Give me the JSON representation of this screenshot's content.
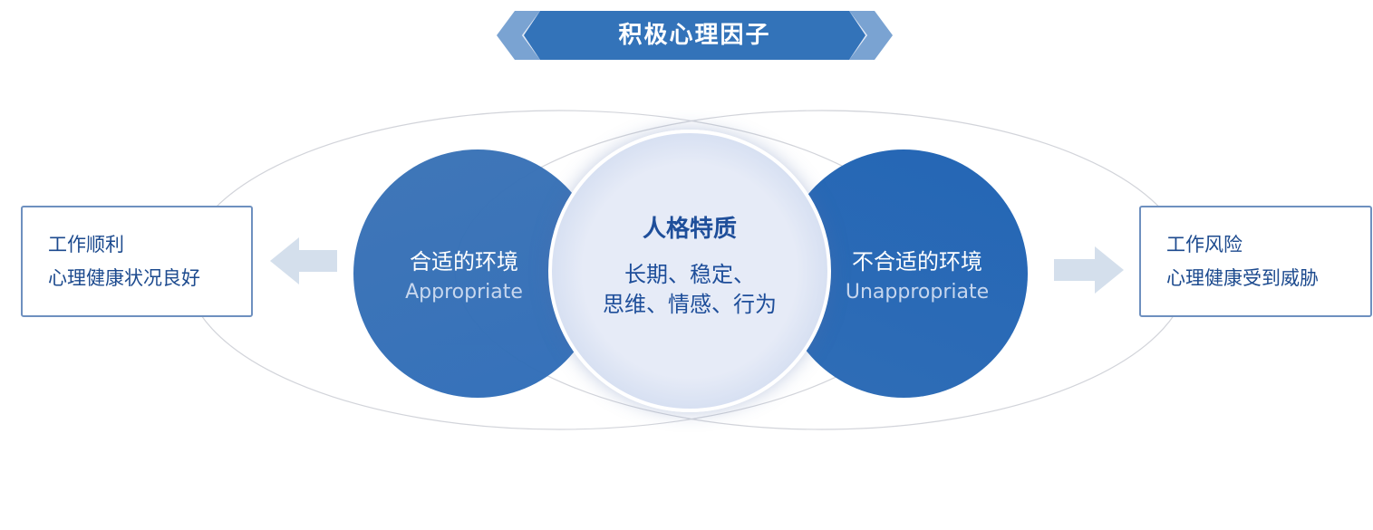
{
  "title": "积极心理因子",
  "center": {
    "title": "人格特质",
    "line1": "长期、稳定、",
    "line2": "思维、情感、行为"
  },
  "left_circle": {
    "title": "合适的环境",
    "subtitle": "Appropriate"
  },
  "right_circle": {
    "title": "不合适的环境",
    "subtitle": "Unappropriate"
  },
  "left_box": {
    "line1": "工作顺利",
    "line2": "心理健康状况良好"
  },
  "right_box": {
    "line1": "工作风险",
    "line2": "心理健康受到威胁"
  },
  "colors": {
    "primary": "#3373b9",
    "light": "#e4e9f6",
    "border": "#6e90bf"
  }
}
